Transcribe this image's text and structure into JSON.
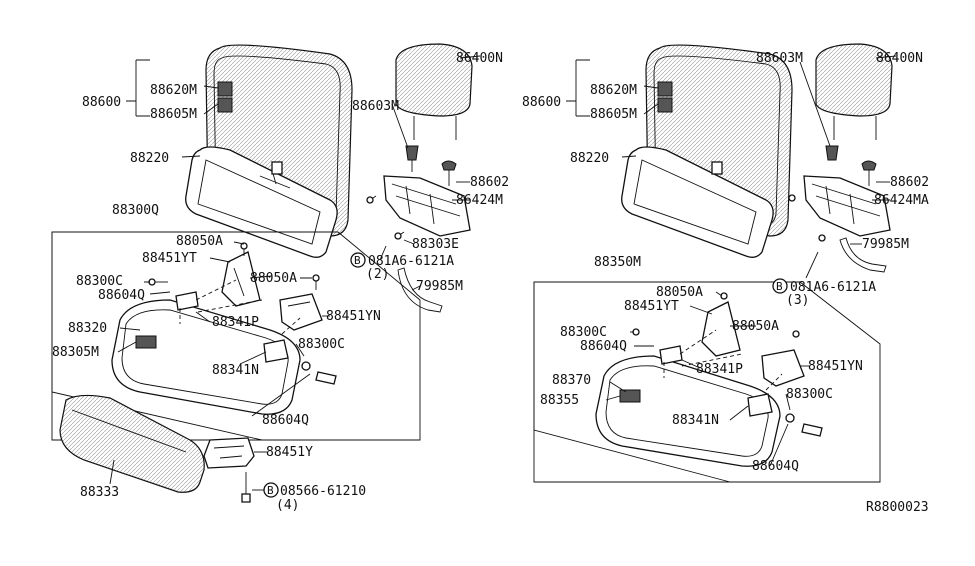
{
  "diagram_id": "R8800023",
  "left": {
    "labels": {
      "l88600": "88600",
      "l88620M": "88620M",
      "l88605M": "88605M",
      "l88220": "88220",
      "l86400N": "86400N",
      "l88603M": "88603M",
      "l88602": "88602",
      "l86424M": "86424M",
      "l88303E": "88303E",
      "bolt": "081A6-6121A",
      "bolt_qty": "(2)",
      "l79985M": "79985M",
      "l88300Q": "88300Q",
      "l88050A_1": "88050A",
      "l88451YT": "88451YT",
      "l88050A_2": "88050A",
      "l88300C_1": "88300C",
      "l88604Q_1": "88604Q",
      "l88341P": "88341P",
      "l88451YN": "88451YN",
      "l88320": "88320",
      "l88305M": "88305M",
      "l88341N": "88341N",
      "l88300C_2": "88300C",
      "l88604Q_2": "88604Q",
      "l88451Y": "88451Y",
      "l88333": "88333",
      "bolt2": "08566-61210",
      "bolt2_qty": "(4)"
    }
  },
  "right": {
    "labels": {
      "l88600": "88600",
      "l88620M": "88620M",
      "l88605M": "88605M",
      "l88220": "88220",
      "l88603M": "88603M",
      "l86400N": "86400N",
      "l88602": "88602",
      "l86424MA": "86424MA",
      "l79985M": "79985M",
      "bolt": "081A6-6121A",
      "bolt_qty": "(3)",
      "l88350M": "88350M",
      "l88050A_1": "88050A",
      "l88451YT": "88451YT",
      "l88300C_1": "88300C",
      "l88050A_2": "88050A",
      "l88604Q_1": "88604Q",
      "l88341P": "88341P",
      "l88451YN": "88451YN",
      "l88370": "88370",
      "l88355": "88355",
      "l88341N": "88341N",
      "l88300C_2": "88300C",
      "l88604Q_2": "88604Q"
    }
  },
  "bolt_symbol": "B"
}
